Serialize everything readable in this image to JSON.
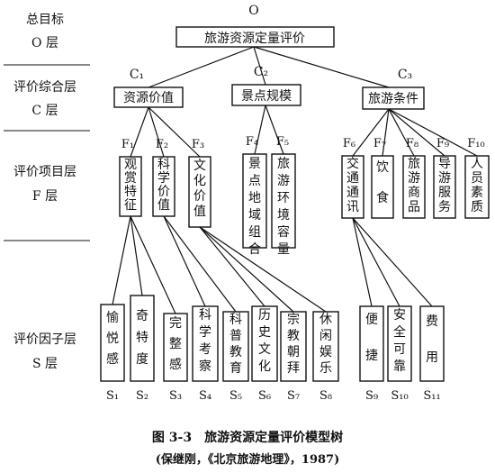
{
  "layers": {
    "o": {
      "line1": "总目标",
      "line2": "O 层"
    },
    "c": {
      "line1": "评价综合层",
      "line2": "C 层"
    },
    "f": {
      "line1": "评价项目层",
      "line2": "F 层"
    },
    "s": {
      "line1": "评价因子层",
      "line2": "S 层"
    }
  },
  "root": {
    "code": "O",
    "label": "旅游资源定量评价"
  },
  "c_nodes": [
    {
      "code": "C₁",
      "label": "资源价值"
    },
    {
      "code": "C₂",
      "label": "景点规模"
    },
    {
      "code": "C₃",
      "label": "旅游条件"
    }
  ],
  "f_nodes": [
    {
      "code": "F₁",
      "label": "观赏特征"
    },
    {
      "code": "F₂",
      "label": "科学价值"
    },
    {
      "code": "F₃",
      "label": "文化价值"
    },
    {
      "code": "F₄",
      "label": "景点地域组合"
    },
    {
      "code": "F₅",
      "label": "旅游环境容量"
    },
    {
      "code": "F₆",
      "label": "交通通讯"
    },
    {
      "code": "F₇",
      "label": "饮食"
    },
    {
      "code": "F₈",
      "label": "旅游商品"
    },
    {
      "code": "F₉",
      "label": "导游服务"
    },
    {
      "code": "F₁₀",
      "label": "人员素质"
    }
  ],
  "s_nodes": [
    {
      "code": "S₁",
      "label": "愉悦感"
    },
    {
      "code": "S₂",
      "label": "奇特度"
    },
    {
      "code": "S₃",
      "label": "完整感"
    },
    {
      "code": "S₄",
      "label": "科学考察"
    },
    {
      "code": "S₅",
      "label": "科普教育"
    },
    {
      "code": "S₆",
      "label": "历史文化"
    },
    {
      "code": "S₇",
      "label": "宗教朝拜"
    },
    {
      "code": "S₈",
      "label": "休闲娱乐"
    },
    {
      "code": "S₉",
      "label": "便捷"
    },
    {
      "code": "S₁₀",
      "label": "安全可靠"
    },
    {
      "code": "S₁₁",
      "label": "费用"
    }
  ],
  "caption": {
    "title": "图 3-3　旅游资源定量评价模型树",
    "source": "(保继刚，《北京旅游地理》，1987)"
  }
}
